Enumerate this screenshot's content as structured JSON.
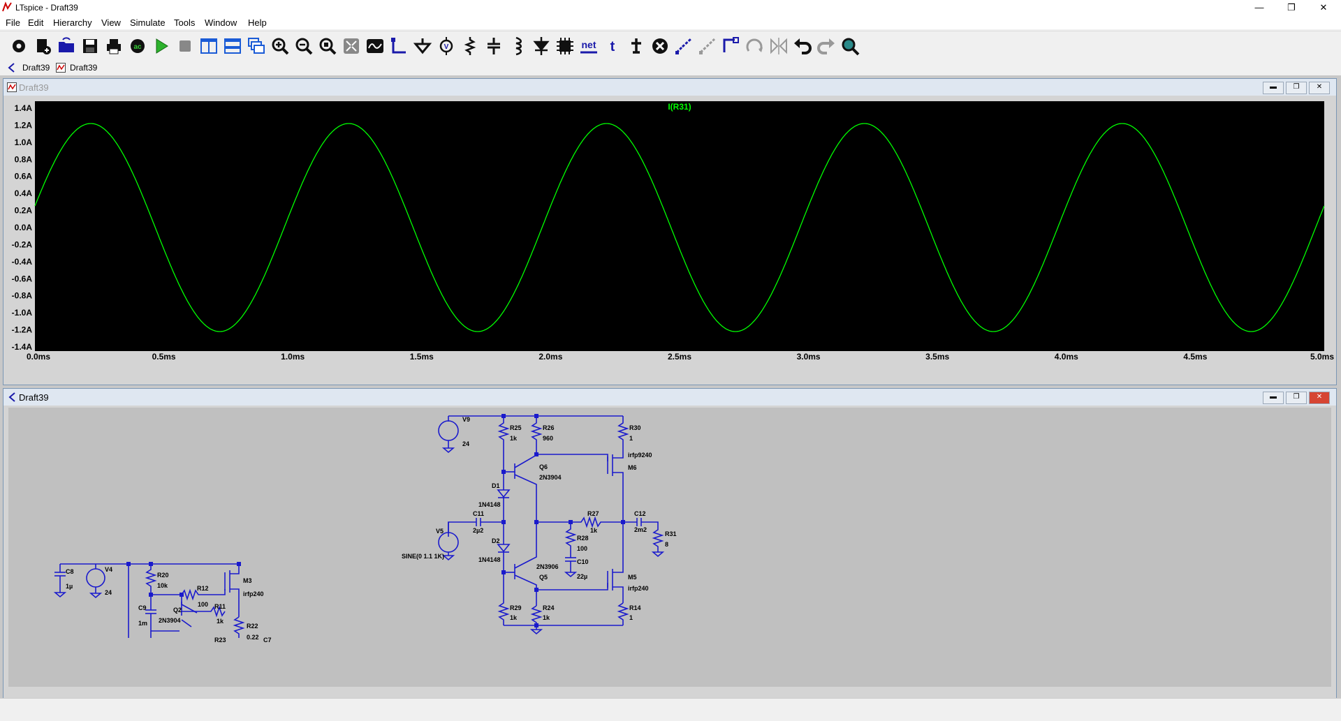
{
  "window": {
    "title": "LTspice - Draft39"
  },
  "menu": [
    "File",
    "Edit",
    "Hierarchy",
    "View",
    "Simulate",
    "Tools",
    "Window",
    "Help"
  ],
  "toolbar": {
    "net_label": "net",
    "t_label": "t"
  },
  "tabs": [
    {
      "label": "Draft39"
    },
    {
      "label": "Draft39"
    }
  ],
  "waveform": {
    "title": "Draft39",
    "trace_name": "I(R31)",
    "trace_color": "#00ff00",
    "y_ticks": [
      "1.4A",
      "1.2A",
      "1.0A",
      "0.8A",
      "0.6A",
      "0.4A",
      "0.2A",
      "0.0A",
      "-0.2A",
      "-0.4A",
      "-0.6A",
      "-0.8A",
      "-1.0A",
      "-1.2A",
      "-1.4A"
    ],
    "x_ticks": [
      "0.0ms",
      "0.5ms",
      "1.0ms",
      "1.5ms",
      "2.0ms",
      "2.5ms",
      "3.0ms",
      "3.5ms",
      "4.0ms",
      "4.5ms",
      "5.0ms"
    ],
    "buttons": [
      "minimize",
      "restore",
      "close"
    ]
  },
  "chart_data": {
    "type": "line",
    "series": [
      {
        "name": "I(R31)",
        "amplitude": 1.22,
        "offset": 0.0,
        "frequency_khz": 1.0,
        "phase_deg": 12
      }
    ],
    "xlim": [
      0,
      5.0
    ],
    "ylim": [
      -1.4,
      1.4
    ],
    "xlabel": "",
    "ylabel": ""
  },
  "schematic": {
    "title": "Draft39",
    "labels": {
      "V9": "V9",
      "v9val": "24",
      "R25": "R25",
      "r25val": "1k",
      "R26": "R26",
      "r26val": "960",
      "R30": "R30",
      "r30val": "1",
      "irfp9240": "irfp9240",
      "M6": "M6",
      "Q6": "Q6",
      "q6part": "2N3904",
      "D1": "D1",
      "d1part": "1N4148",
      "C11": "C11",
      "c11val": "2µ2",
      "V5": "V5",
      "v5val": "SINE(0 1.1 1K)",
      "D2": "D2",
      "d2part": "1N4148",
      "R27": "R27",
      "r27val": "1k",
      "C12": "C12",
      "c12val": "2m2",
      "R31": "R31",
      "r31val": "8",
      "R28": "R28",
      "r28val": "100",
      "C10": "C10",
      "c10val": "22µ",
      "q5part": "2N3906",
      "Q5": "Q5",
      "M5": "M5",
      "irfp240": "irfp240",
      "R29": "R29",
      "r29val": "1k",
      "R24": "R24",
      "r24val": "1k",
      "R14": "R14",
      "r14val": "1",
      "C8": "C8",
      "c8val": "1µ",
      "V4": "V4",
      "v4val": "24",
      "R20": "R20",
      "r20val": "10k",
      "R12": "R12",
      "r12val": "100",
      "M3": "M3",
      "irfp240b": "irfp240",
      "C9": "C9",
      "c9val": "1m",
      "Q2": "Q2",
      "q2part": "2N3904",
      "R11": "R11",
      "r11val": "1k",
      "R22": "R22",
      "r22val": "0.22",
      "R23": "R23",
      "C7": "C7"
    }
  }
}
